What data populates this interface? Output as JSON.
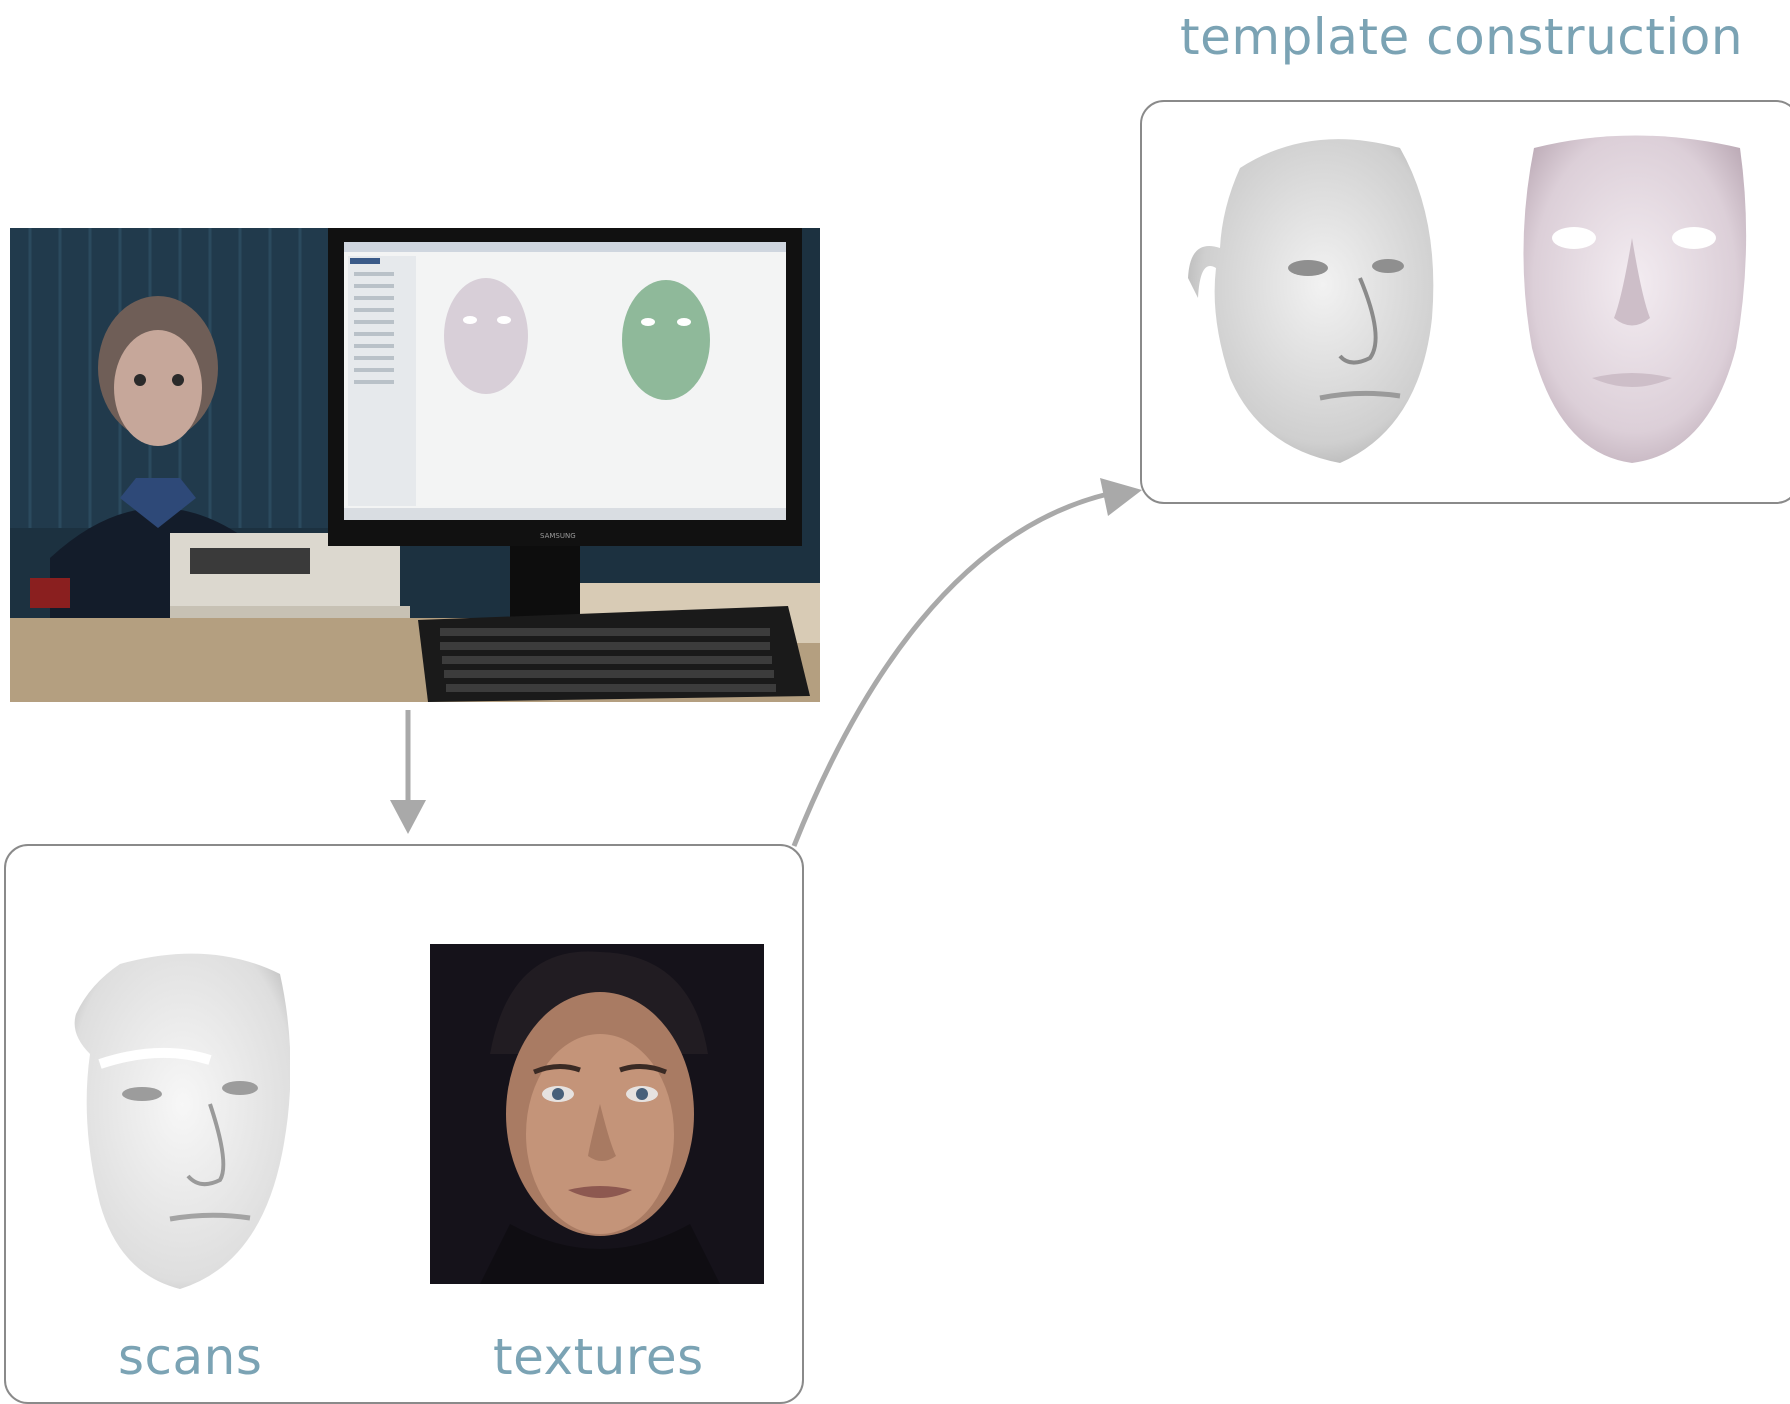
{
  "labels": {
    "template_construction": "template construction",
    "scans": "scans",
    "textures": "textures"
  },
  "screen": {
    "brand": "SAMSUNG"
  },
  "colors": {
    "label_text": "#7ba3b4",
    "panel_border": "#8a8a8a",
    "arrow": "#a9a9a9",
    "scan_mesh": "#e7e7e7",
    "template_mesh": "#e8dce4",
    "screen_mesh_green": "#8fb99a"
  },
  "icons": {
    "arrow_down": "arrow-down-icon",
    "arrow_curved": "arrow-curved-icon"
  }
}
